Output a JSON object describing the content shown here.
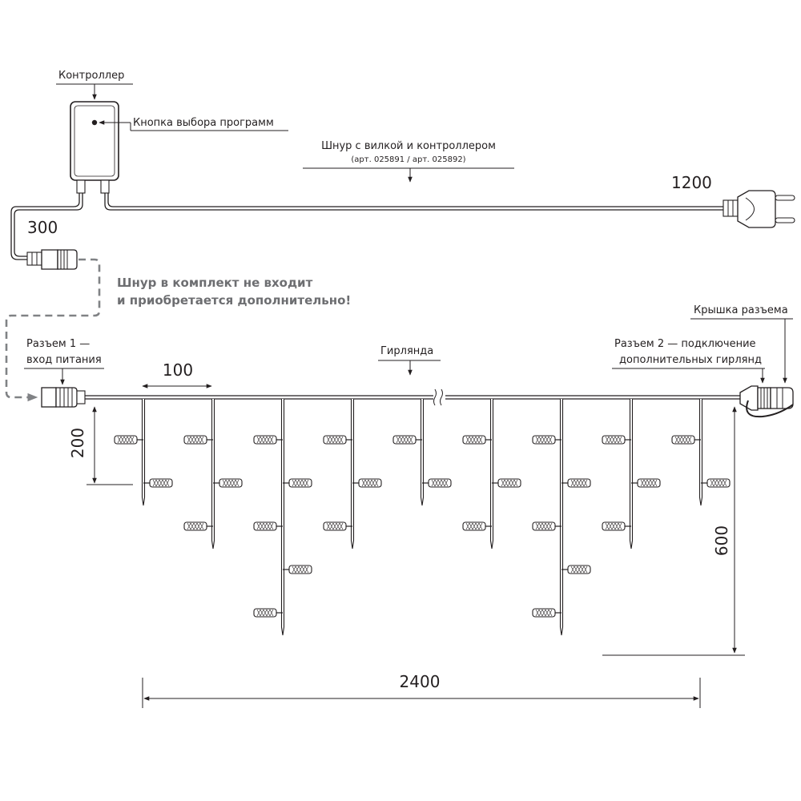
{
  "colors": {
    "ink": "#231f20",
    "dashed": "#808285",
    "note": "#6d6e71",
    "background": "#ffffff"
  },
  "labels": {
    "controller": "Контроллер",
    "program_button": "Кнопка выбора программ",
    "cord_title": "Шнур с вилкой и контроллером",
    "cord_articles": "(арт. 025891 / арт. 025892)",
    "note_line1": "Шнур в комплект не входит",
    "note_line2": "и приобретается дополнительно!",
    "connector1_line1": "Разъем 1 —",
    "connector1_line2": "вход питания",
    "garland": "Гирлянда",
    "cap": "Крышка разъема",
    "connector2_line1": "Разъем 2 — подключение",
    "connector2_line2": "дополнительных гирлянд"
  },
  "dimensions": {
    "cord_length": "1200",
    "lead_length": "300",
    "pitch": "100",
    "short_drop": "200",
    "long_drop": "600",
    "total_length": "2400"
  },
  "icons": {
    "controller": "controller-box-icon",
    "plug": "power-plug-icon",
    "connector": "connector-icon",
    "cap": "connector-cap-icon",
    "led": "led-bulb-icon"
  },
  "garland": {
    "drop_count": 9,
    "led_rows_per_drop": [
      2,
      3,
      5,
      3,
      2,
      3,
      5,
      3,
      2
    ]
  }
}
